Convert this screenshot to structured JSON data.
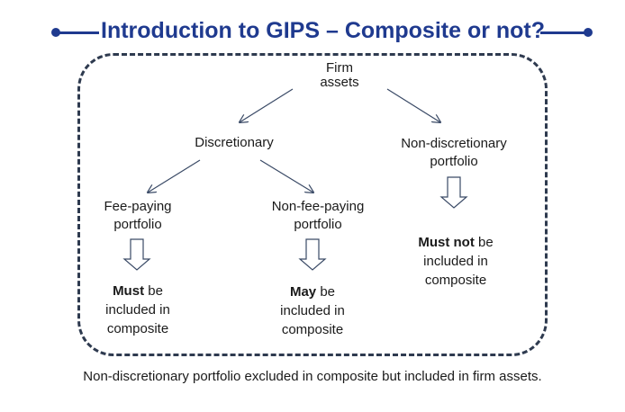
{
  "title": "Introduction to GIPS – Composite or not?",
  "nodes": {
    "firm_assets": [
      "Firm",
      "assets"
    ],
    "discretionary": "Discretionary",
    "non_discretionary": [
      "Non-discretionary",
      "portfolio"
    ],
    "fee_paying": [
      "Fee-paying",
      "portfolio"
    ],
    "non_fee_paying": [
      "Non-fee-paying",
      "portfolio"
    ]
  },
  "results": {
    "fee_paying": {
      "emphasis": "Must",
      "rest": " be",
      "lines": [
        "included in",
        "composite"
      ]
    },
    "non_fee_paying": {
      "emphasis": "May",
      "rest": " be",
      "lines": [
        "included in",
        "composite"
      ]
    },
    "non_discretionary": {
      "emphasis": "Must not",
      "rest": " be",
      "lines": [
        "included in",
        "composite"
      ]
    }
  },
  "caption": "Non-discretionary portfolio excluded in composite but included in firm assets.",
  "colors": {
    "title": "#1f3a8f",
    "frame": "#2e3a4f",
    "arrow": "#3a4a66"
  }
}
